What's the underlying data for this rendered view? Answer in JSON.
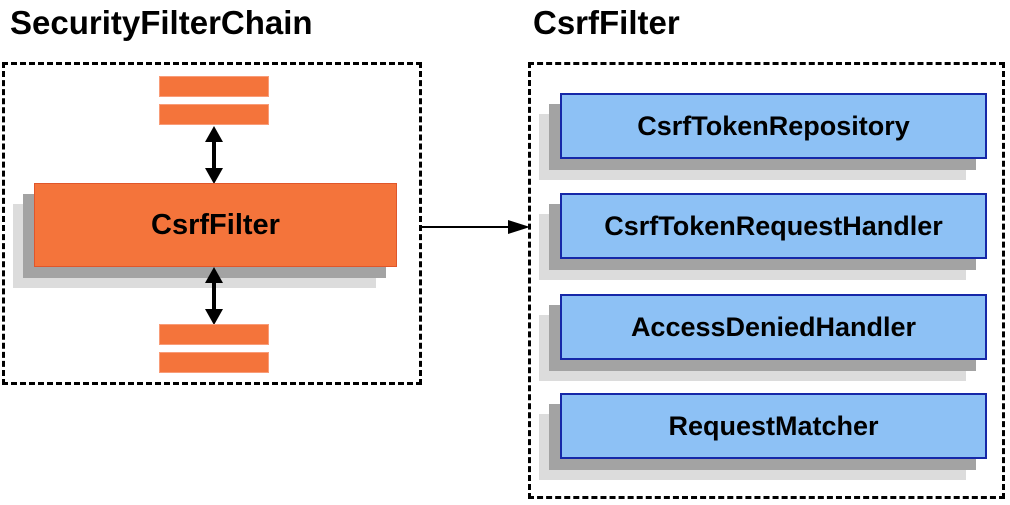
{
  "diagram": {
    "left_panel": {
      "title": "SecurityFilterChain",
      "filter_card_label": "CsrfFilter",
      "other_filter_bars": [
        "filter-bar",
        "filter-bar",
        "filter-bar",
        "filter-bar"
      ]
    },
    "right_panel": {
      "title": "CsrfFilter",
      "components": [
        "CsrfTokenRepository",
        "CsrfTokenRequestHandler",
        "AccessDeniedHandler",
        "RequestMatcher"
      ]
    },
    "colors": {
      "orange_fill": "#F4743B",
      "orange_border": "#E0562B",
      "orange_bar_border": "#F99C78",
      "blue_fill": "#8DC1F5",
      "blue_border": "#1628A8",
      "shadow_dark": "#A3A3A3",
      "shadow_light": "#DCDCDC",
      "dashed_border": "#000000",
      "arrow": "#000000"
    }
  }
}
